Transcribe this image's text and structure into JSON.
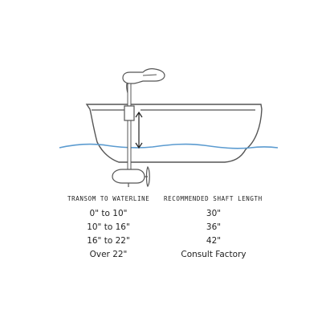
{
  "headers": {
    "transom": "TRANSOM TO WATERLINE",
    "shaft": "RECOMMENDED SHAFT LENGTH"
  },
  "rows": [
    {
      "transom": "0\" to 10\"",
      "shaft": "30\""
    },
    {
      "transom": "10\" to 16\"",
      "shaft": "36\""
    },
    {
      "transom": "16\" to 22\"",
      "shaft": "42\""
    },
    {
      "transom": "Over 22\"",
      "shaft": "Consult Factory"
    }
  ],
  "colors": {
    "hull": "#555555",
    "water": "#5b9bd0",
    "motor": "#555555"
  }
}
